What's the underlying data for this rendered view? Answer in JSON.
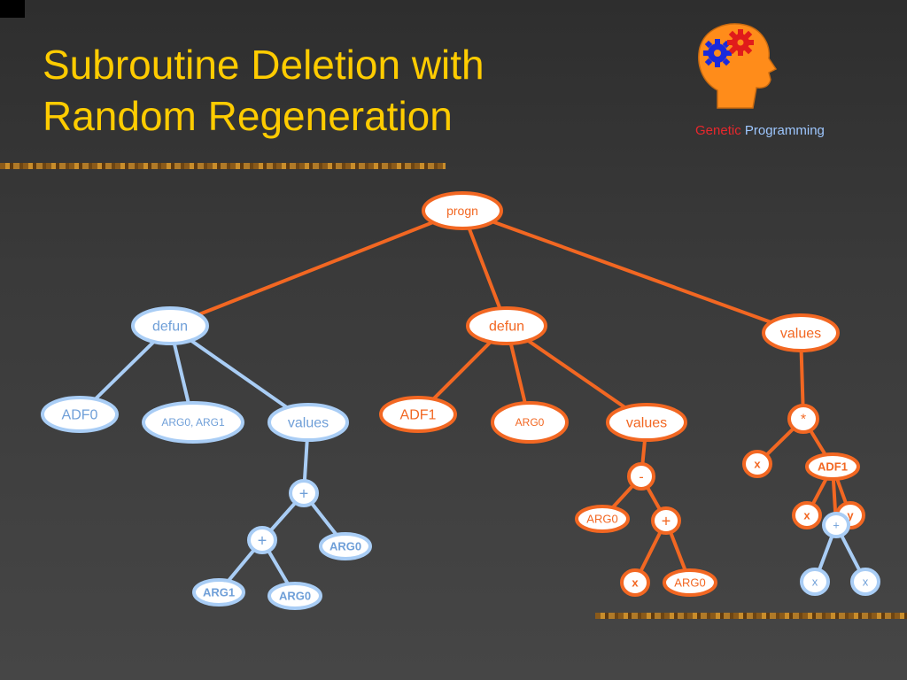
{
  "slide": {
    "title_line1": "Subroutine Deletion with",
    "title_line2": "Random Regeneration",
    "logo_word1": "Genetic",
    "logo_word2": "Programming"
  },
  "colors": {
    "title": "#ffcc00",
    "orange": "#f26722",
    "blue": "#a9cdf5",
    "blue_text": "#6f9fd8"
  },
  "diagram": {
    "nodes": [
      {
        "id": "progn",
        "label": "progn",
        "style": "orange"
      },
      {
        "id": "defun_l",
        "label": "defun",
        "style": "blue"
      },
      {
        "id": "defun_m",
        "label": "defun",
        "style": "orange"
      },
      {
        "id": "values_r",
        "label": "values",
        "style": "orange"
      },
      {
        "id": "adf0",
        "label": "ADF0",
        "style": "blue"
      },
      {
        "id": "arg01",
        "label": "ARG0, ARG1",
        "style": "blue"
      },
      {
        "id": "values_l",
        "label": "values",
        "style": "blue"
      },
      {
        "id": "plus_l1",
        "label": "+",
        "style": "blue"
      },
      {
        "id": "plus_l2",
        "label": "+",
        "style": "blue"
      },
      {
        "id": "arg0_l1",
        "label": "ARG0",
        "style": "blue"
      },
      {
        "id": "arg1_l",
        "label": "ARG1",
        "style": "blue"
      },
      {
        "id": "arg0_l2",
        "label": "ARG0",
        "style": "blue"
      },
      {
        "id": "adf1",
        "label": "ADF1",
        "style": "orange"
      },
      {
        "id": "arg0_m",
        "label": "ARG0",
        "style": "orange"
      },
      {
        "id": "values_m",
        "label": "values",
        "style": "orange"
      },
      {
        "id": "minus_m",
        "label": "-",
        "style": "orange"
      },
      {
        "id": "arg0_m2",
        "label": "ARG0",
        "style": "orange"
      },
      {
        "id": "plus_m",
        "label": "+",
        "style": "orange"
      },
      {
        "id": "x_m",
        "label": "x",
        "style": "orange"
      },
      {
        "id": "arg0_m3",
        "label": "ARG0",
        "style": "orange"
      },
      {
        "id": "star_r",
        "label": "*",
        "style": "orange"
      },
      {
        "id": "x_r1",
        "label": "x",
        "style": "orange"
      },
      {
        "id": "adf1_r",
        "label": "ADF1",
        "style": "orange"
      },
      {
        "id": "x_r2",
        "label": "x",
        "style": "orange"
      },
      {
        "id": "y_r",
        "label": "y",
        "style": "orange"
      },
      {
        "id": "plus_r",
        "label": "+",
        "style": "blue"
      },
      {
        "id": "x_r3",
        "label": "x",
        "style": "blue"
      },
      {
        "id": "x_r4",
        "label": "x",
        "style": "blue"
      }
    ],
    "edges": [
      {
        "from": "progn",
        "to": "defun_l",
        "style": "orange"
      },
      {
        "from": "progn",
        "to": "defun_m",
        "style": "orange"
      },
      {
        "from": "progn",
        "to": "values_r",
        "style": "orange"
      },
      {
        "from": "defun_l",
        "to": "adf0",
        "style": "blue"
      },
      {
        "from": "defun_l",
        "to": "arg01",
        "style": "blue"
      },
      {
        "from": "defun_l",
        "to": "values_l",
        "style": "blue"
      },
      {
        "from": "values_l",
        "to": "plus_l1",
        "style": "blue"
      },
      {
        "from": "plus_l1",
        "to": "plus_l2",
        "style": "blue"
      },
      {
        "from": "plus_l1",
        "to": "arg0_l1",
        "style": "blue"
      },
      {
        "from": "plus_l2",
        "to": "arg1_l",
        "style": "blue"
      },
      {
        "from": "plus_l2",
        "to": "arg0_l2",
        "style": "blue"
      },
      {
        "from": "defun_m",
        "to": "adf1",
        "style": "orange"
      },
      {
        "from": "defun_m",
        "to": "arg0_m",
        "style": "orange"
      },
      {
        "from": "defun_m",
        "to": "values_m",
        "style": "orange"
      },
      {
        "from": "values_m",
        "to": "minus_m",
        "style": "orange"
      },
      {
        "from": "minus_m",
        "to": "arg0_m2",
        "style": "orange"
      },
      {
        "from": "minus_m",
        "to": "plus_m",
        "style": "orange"
      },
      {
        "from": "plus_m",
        "to": "x_m",
        "style": "orange"
      },
      {
        "from": "plus_m",
        "to": "arg0_m3",
        "style": "orange"
      },
      {
        "from": "values_r",
        "to": "star_r",
        "style": "orange"
      },
      {
        "from": "star_r",
        "to": "x_r1",
        "style": "orange"
      },
      {
        "from": "star_r",
        "to": "adf1_r",
        "style": "orange"
      },
      {
        "from": "adf1_r",
        "to": "x_r2",
        "style": "orange"
      },
      {
        "from": "adf1_r",
        "to": "y_r",
        "style": "orange"
      },
      {
        "from": "adf1_r",
        "to": "plus_r",
        "style": "orange"
      },
      {
        "from": "plus_r",
        "to": "x_r3",
        "style": "blue"
      },
      {
        "from": "plus_r",
        "to": "x_r4",
        "style": "blue"
      }
    ]
  }
}
